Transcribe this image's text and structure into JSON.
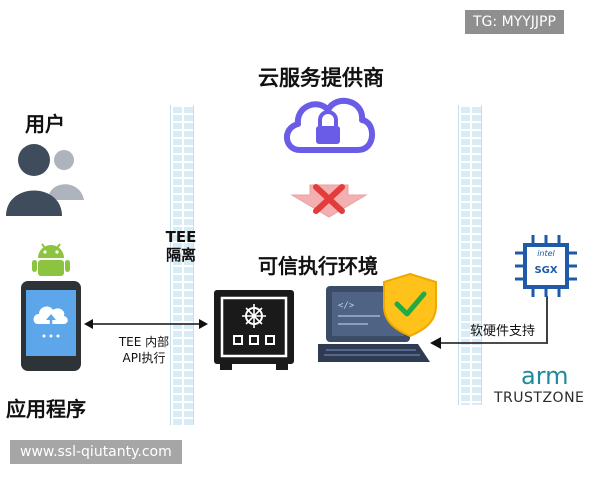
{
  "top_tag": "TG: MYYJJPP",
  "cloud_provider": {
    "label": "云服务提供商"
  },
  "user": {
    "label": "用户"
  },
  "tee_isolation": {
    "line1": "TEE",
    "line2": "隔离"
  },
  "trusted_env": {
    "label": "可信执行环境"
  },
  "app": {
    "label": "应用程序"
  },
  "api_link": {
    "line1": "TEE 内部",
    "line2": "API执行"
  },
  "hw_support": {
    "label": "软硬件支持"
  },
  "intel": {
    "brand": "intel",
    "product": "SGX"
  },
  "arm": {
    "brand": "arm",
    "product": "TRUSTZONE"
  },
  "watermark": "www.ssl-qiutanty.com",
  "colors": {
    "accent_purple": "#6b5ce7",
    "block_red": "#e85858",
    "wall_blue": "#d8ecf6",
    "arm_teal": "#1f8a9c",
    "shield_yellow": "#ffc21a"
  }
}
